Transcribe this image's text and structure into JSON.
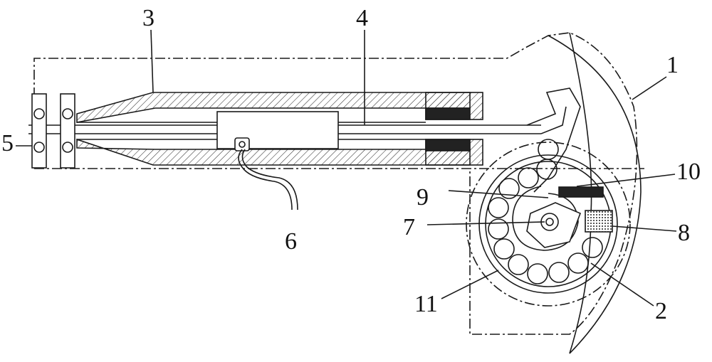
{
  "diagram": {
    "labels": {
      "part_1": "1",
      "part_2": "2",
      "part_3": "3",
      "part_4": "4",
      "part_5": "5",
      "part_6": "6",
      "part_7": "7",
      "part_8": "8",
      "part_9": "9",
      "part_10": "10",
      "part_11": "11"
    },
    "colors": {
      "line": "#1a1a1a",
      "hatch": "#333333",
      "fill_dark": "#222222"
    }
  }
}
